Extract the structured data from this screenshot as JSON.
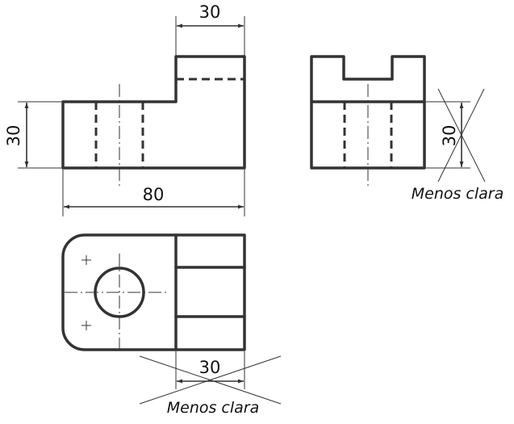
{
  "dimensions": {
    "front_top_width": "30",
    "front_left_height": "30",
    "front_total_width": "80",
    "side_height": "30",
    "top_view_width": "30"
  },
  "annotations": {
    "side_note": "Menos clara",
    "top_note": "Menos clara"
  }
}
